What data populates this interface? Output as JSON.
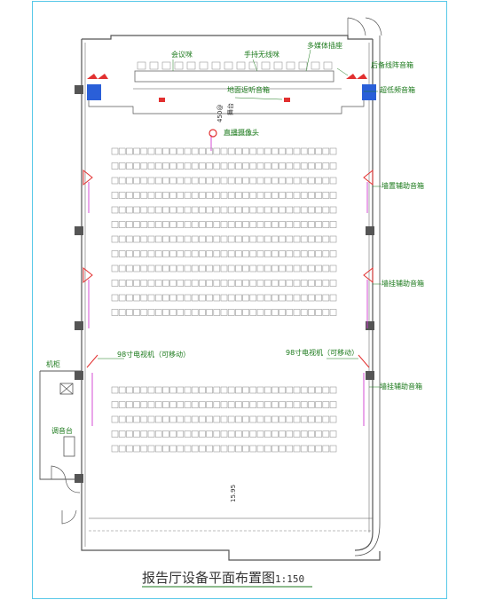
{
  "title": "报告厅设备平面布置图",
  "scale": "1:150",
  "colors": {
    "wall": "#555555",
    "seat": "#9a9a9a",
    "label": "#1c7a1c",
    "accent_red": "#e23030",
    "cable_magenta": "#d23ad2",
    "frame_cyan": "#56c8e8",
    "speaker_blue": "#2a5fd8"
  },
  "labels": {
    "conference_mic": "会议咪",
    "wireless_mic": "手持无线咪",
    "media_box": "多媒体插座",
    "line_array": "后备线阵音箱",
    "hang_left": "超低频音箱",
    "floor_speaker": "地面返听音箱",
    "camera": "直播摄像头",
    "side_aux_1": "墙置辅助音箱",
    "side_aux_2": "墙挂辅助音箱",
    "tv_left": "98寸电视机（可移动）",
    "tv_right": "98寸电视机（可移动）",
    "side_aux_3": "墙挂辅助音箱",
    "rack": "机柜",
    "console": "调音台",
    "stage_dim": "450@",
    "stage_mark": "舞台",
    "aisle_dim": "15.95"
  }
}
